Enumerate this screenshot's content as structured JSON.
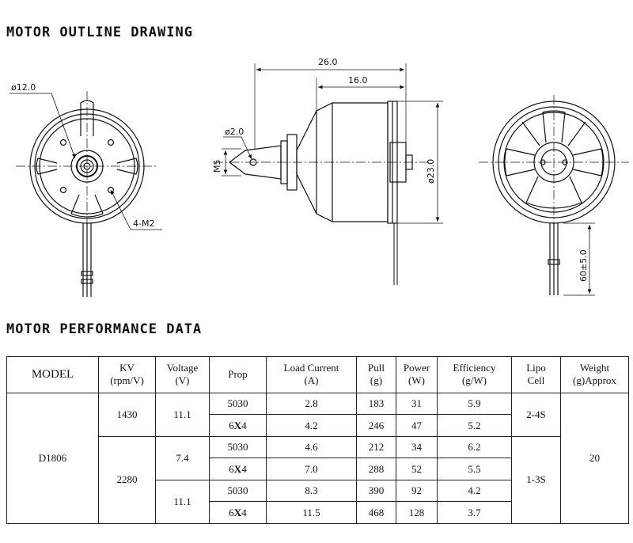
{
  "titles": {
    "drawing": "MOTOR OUTLINE DRAWING",
    "performance": "MOTOR PERFORMANCE DATA"
  },
  "drawing_labels": {
    "front_diameter": "ø12.0",
    "mount_holes": "4-M2",
    "overall_length": "26.0",
    "body_length": "16.0",
    "shaft_hole": "ø2.0",
    "shaft_thread": "M5",
    "body_diameter": "ø23.0",
    "lead_length": "60±5.0"
  },
  "table": {
    "headers": {
      "model": "MODEL",
      "kv": [
        "KV",
        "(rpm/V)"
      ],
      "voltage": [
        "Voltage",
        "(V)"
      ],
      "prop": "Prop",
      "current": [
        "Load Current",
        "(A)"
      ],
      "pull": [
        "Pull",
        "(g)"
      ],
      "power": [
        "Power",
        "(W)"
      ],
      "efficiency": [
        "Efficiency",
        "(g/W)"
      ],
      "lipo": [
        "Lipo",
        "Cell"
      ],
      "weight": [
        "Weight",
        "(g)Approx"
      ]
    },
    "model": "D1806",
    "weight": "20",
    "kv_groups": [
      "1430",
      "2280"
    ],
    "voltage_groups": [
      "11.1",
      "7.4",
      "11.1"
    ],
    "lipo_groups": [
      "2-4S",
      "1-3S"
    ],
    "rows": [
      {
        "prop_a": "5030",
        "prop_x": "",
        "prop_b": "",
        "current": "2.8",
        "pull": "183",
        "power": "31",
        "efficiency": "5.9"
      },
      {
        "prop_a": "6",
        "prop_x": "X",
        "prop_b": "4",
        "current": "4.2",
        "pull": "246",
        "power": "47",
        "efficiency": "5.2"
      },
      {
        "prop_a": "5030",
        "prop_x": "",
        "prop_b": "",
        "current": "4.6",
        "pull": "212",
        "power": "34",
        "efficiency": "6.2"
      },
      {
        "prop_a": "6",
        "prop_x": "X",
        "prop_b": "4",
        "current": "7.0",
        "pull": "288",
        "power": "52",
        "efficiency": "5.5"
      },
      {
        "prop_a": "5030",
        "prop_x": "",
        "prop_b": "",
        "current": "8.3",
        "pull": "390",
        "power": "92",
        "efficiency": "4.2"
      },
      {
        "prop_a": "6",
        "prop_x": "X",
        "prop_b": "4",
        "current": "11.5",
        "pull": "468",
        "power": "128",
        "efficiency": "3.7"
      }
    ]
  }
}
